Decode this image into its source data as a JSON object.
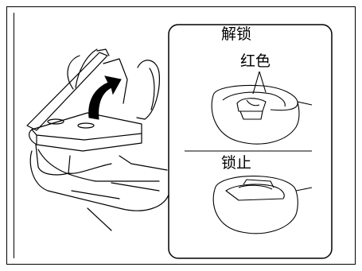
{
  "labels": {
    "unlock": "解锁",
    "red": "红色",
    "lock": "锁止"
  }
}
